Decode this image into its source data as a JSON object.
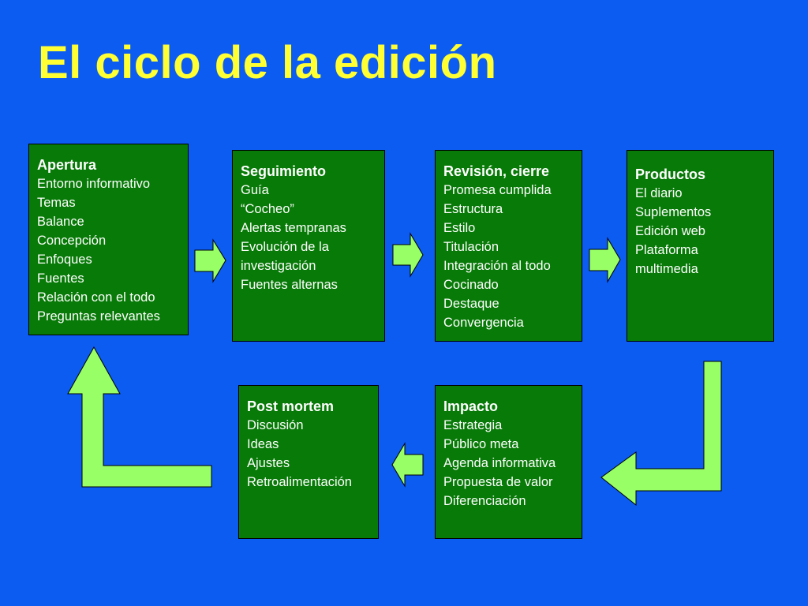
{
  "slide": {
    "title": "El ciclo de la edición"
  },
  "boxes": {
    "apertura": {
      "heading": "Apertura",
      "items": [
        "Entorno informativo",
        "Temas",
        "Balance",
        "Concepción",
        "Enfoques",
        "Fuentes",
        "Relación con el todo",
        "Preguntas relevantes"
      ]
    },
    "seguimiento": {
      "heading": "Seguimiento",
      "items": [
        "Guía",
        "“Cocheo”",
        "Alertas tempranas",
        "Evolución de la",
        "investigación",
        "Fuentes alternas"
      ]
    },
    "revision": {
      "heading": "Revisión, cierre",
      "items": [
        "Promesa cumplida",
        "Estructura",
        "Estilo",
        "Titulación",
        "Integración al todo",
        "Cocinado",
        "Destaque",
        "Convergencia"
      ]
    },
    "productos": {
      "heading": "Productos",
      "items": [
        "El diario",
        "Suplementos",
        "Edición web",
        "Plataforma",
        "multimedia"
      ]
    },
    "impacto": {
      "heading": "Impacto",
      "items": [
        "Estrategia",
        "Público meta",
        "Agenda informativa",
        "Propuesta de valor",
        "Diferenciación"
      ]
    },
    "post": {
      "heading": "Post mortem",
      "items": [
        "Discusión",
        "Ideas",
        "Ajustes",
        "Retroalimentación"
      ]
    }
  },
  "colors": {
    "background": "#0d5cf2",
    "title": "#ffff33",
    "box_fill": "#077a07",
    "box_text": "#ffffff",
    "arrow_fill": "#99ff66"
  }
}
